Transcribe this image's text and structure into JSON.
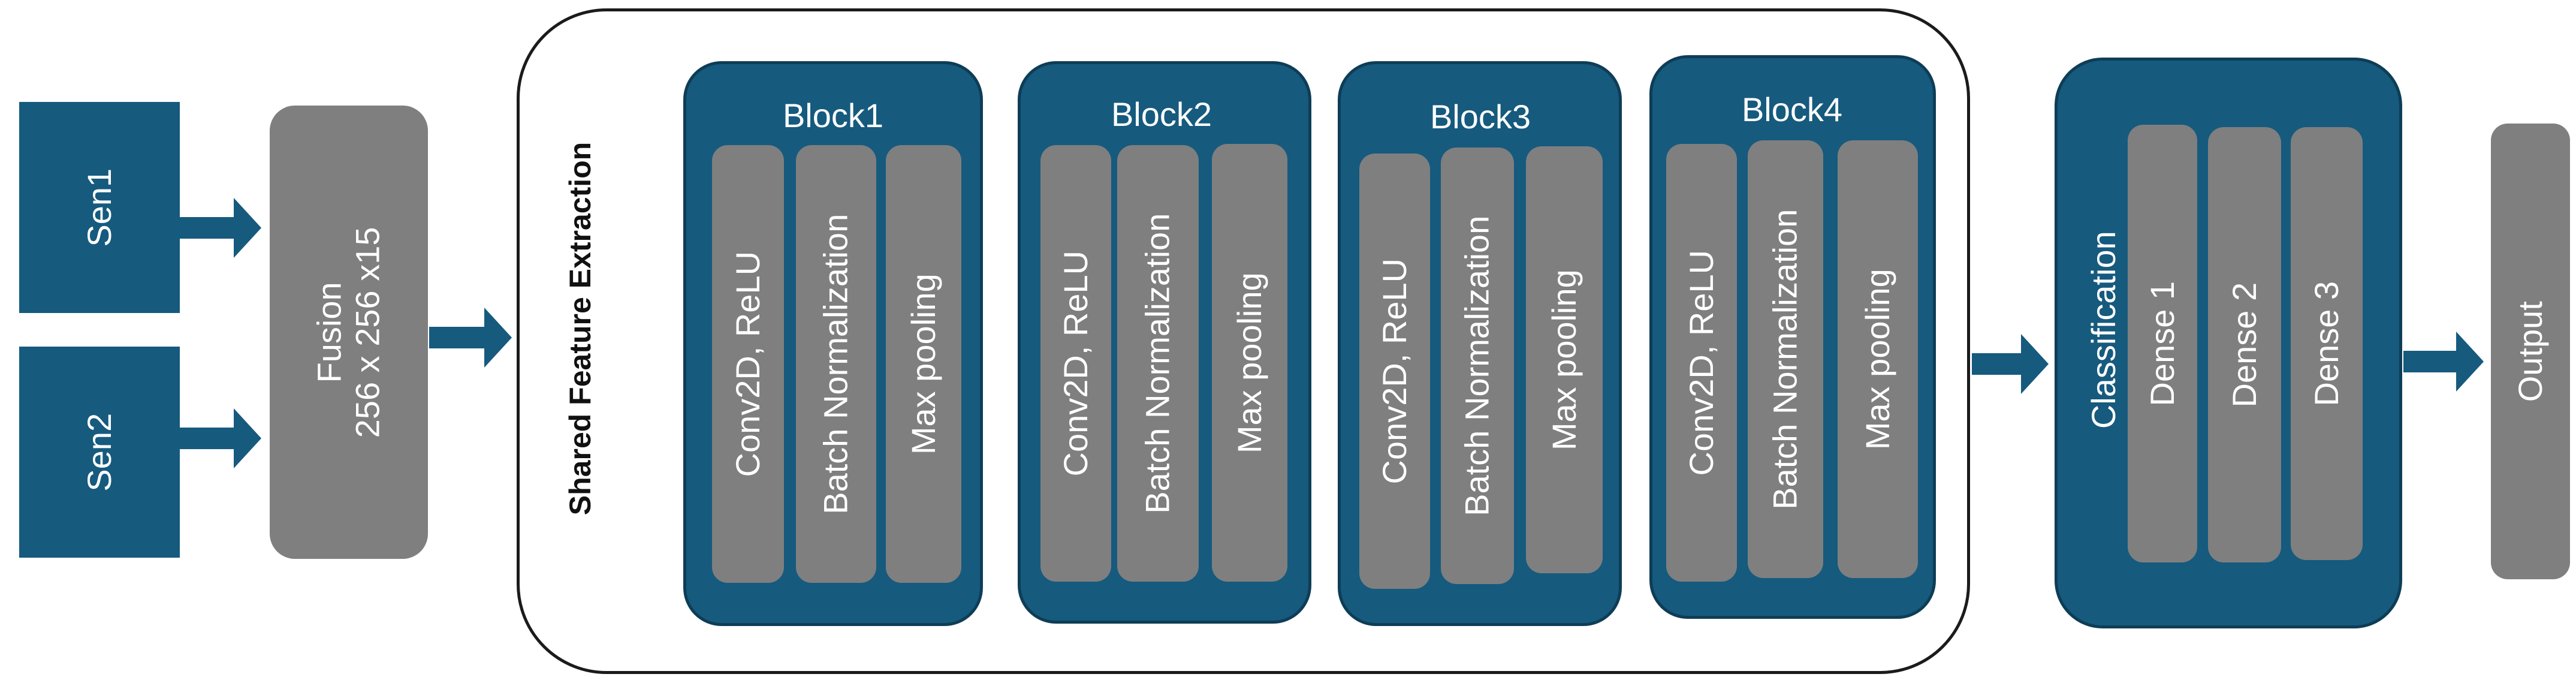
{
  "inputs": {
    "sen1": "Sen1",
    "sen2": "Sen2"
  },
  "fusion": {
    "title": "Fusion",
    "size": "256 x 256 x15"
  },
  "feature_extraction": {
    "label": "Shared Feature Extraction",
    "blocks": [
      {
        "title": "Block1",
        "layers": [
          "Conv2D, ReLU",
          "Batch Normalization",
          "Max pooling"
        ]
      },
      {
        "title": "Block2",
        "layers": [
          "Conv2D, ReLU",
          "Batch Normalization",
          "Max pooling"
        ]
      },
      {
        "title": "Block3",
        "layers": [
          "Conv2D, ReLU",
          "Batch Normalization",
          "Max pooling"
        ]
      },
      {
        "title": "Block4",
        "layers": [
          "Conv2D, ReLU",
          "Batch Normalization",
          "Max pooling"
        ]
      }
    ]
  },
  "classification": {
    "label": "Classification",
    "dense": [
      "Dense 1",
      "Dense 2",
      "Dense 3"
    ]
  },
  "output": {
    "label": "Output"
  },
  "colors": {
    "navy": "#165a7e",
    "gray": "#7f7f7f",
    "arrow": "#165a7e",
    "frame": "#1b1b1b"
  }
}
